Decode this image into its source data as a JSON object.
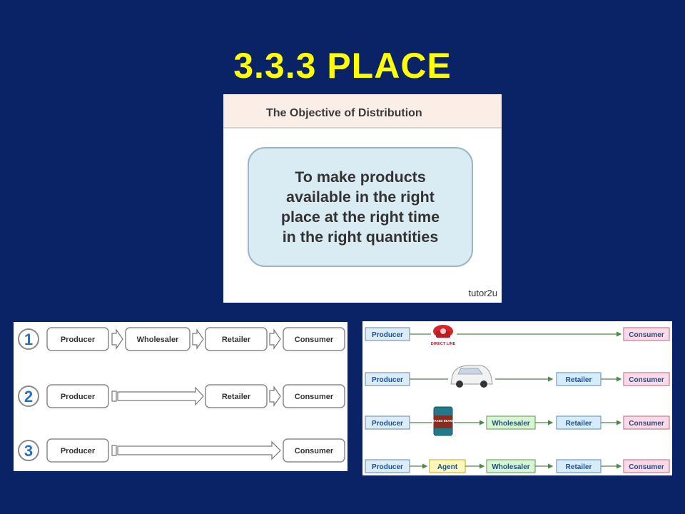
{
  "slide": {
    "title": "3.3.3 PLACE"
  },
  "objective": {
    "heading": "The Objective of Distribution",
    "text": "To make products\navailable in the right\nplace at the right time\nin the right quantities",
    "logo": "tutor2u"
  },
  "left_diagram": {
    "rows": [
      {
        "number": "1",
        "stages": [
          "Producer",
          "Wholesaler",
          "Retailer",
          "Consumer"
        ]
      },
      {
        "number": "2",
        "stages": [
          "Producer",
          "Retailer",
          "Consumer"
        ]
      },
      {
        "number": "3",
        "stages": [
          "Producer",
          "Consumer"
        ]
      }
    ]
  },
  "right_diagram": {
    "rows": [
      {
        "stages": [
          "Producer",
          "Consumer"
        ],
        "image": "phone-icon",
        "image_label": "DIRECT LINE"
      },
      {
        "stages": [
          "Producer",
          "Retailer",
          "Consumer"
        ],
        "image": "car-icon"
      },
      {
        "stages": [
          "Producer",
          "Wholesaler",
          "Retailer",
          "Consumer"
        ],
        "image": "baked-beans-can-icon",
        "image_label": "BAKED BEANS"
      },
      {
        "stages": [
          "Producer",
          "Agent",
          "Wholesaler",
          "Retailer",
          "Consumer"
        ]
      }
    ]
  },
  "colors": {
    "background": "#0a2366",
    "title": "#ffff00",
    "producer_fill": "#dcecf7",
    "agent_fill": "#fff8b8",
    "wholesaler_fill": "#d8f5d2",
    "retailer_fill": "#d7ecfb",
    "consumer_fill": "#ffd9e6",
    "arrow": "#4a8a4a"
  }
}
